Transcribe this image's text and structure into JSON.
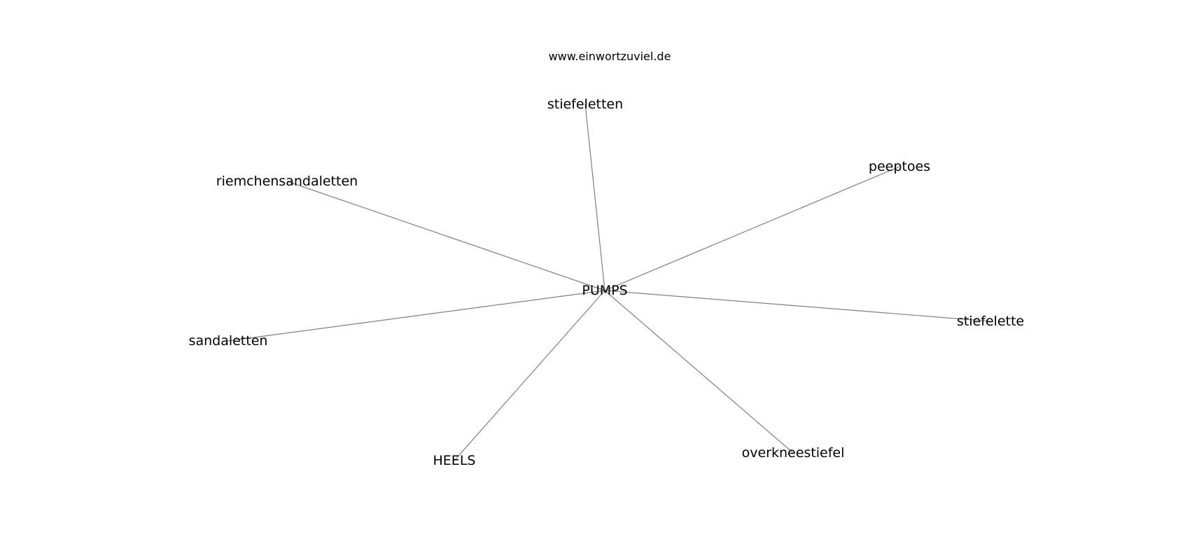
{
  "watermark": "www.einwortzuviel.de",
  "graph": {
    "center": {
      "id": "pumps",
      "label": "PUMPS"
    },
    "nodes": [
      {
        "id": "stiefeletten",
        "label": "stiefeletten"
      },
      {
        "id": "peeptoes",
        "label": "peeptoes"
      },
      {
        "id": "riemchensandaletten",
        "label": "riemchensandaletten"
      },
      {
        "id": "stiefelette",
        "label": "stiefelette"
      },
      {
        "id": "sandaletten",
        "label": "sandaletten"
      },
      {
        "id": "overkneestiefel",
        "label": "overkneestiefel"
      },
      {
        "id": "heels",
        "label": "HEELS"
      }
    ],
    "edges": [
      [
        "pumps",
        "stiefeletten"
      ],
      [
        "pumps",
        "peeptoes"
      ],
      [
        "pumps",
        "riemchensandaletten"
      ],
      [
        "pumps",
        "stiefelette"
      ],
      [
        "pumps",
        "sandaletten"
      ],
      [
        "pumps",
        "overkneestiefel"
      ],
      [
        "pumps",
        "heels"
      ]
    ],
    "colors": {
      "edge": "#808080",
      "label": "#000000",
      "background": "#ffffff"
    }
  }
}
